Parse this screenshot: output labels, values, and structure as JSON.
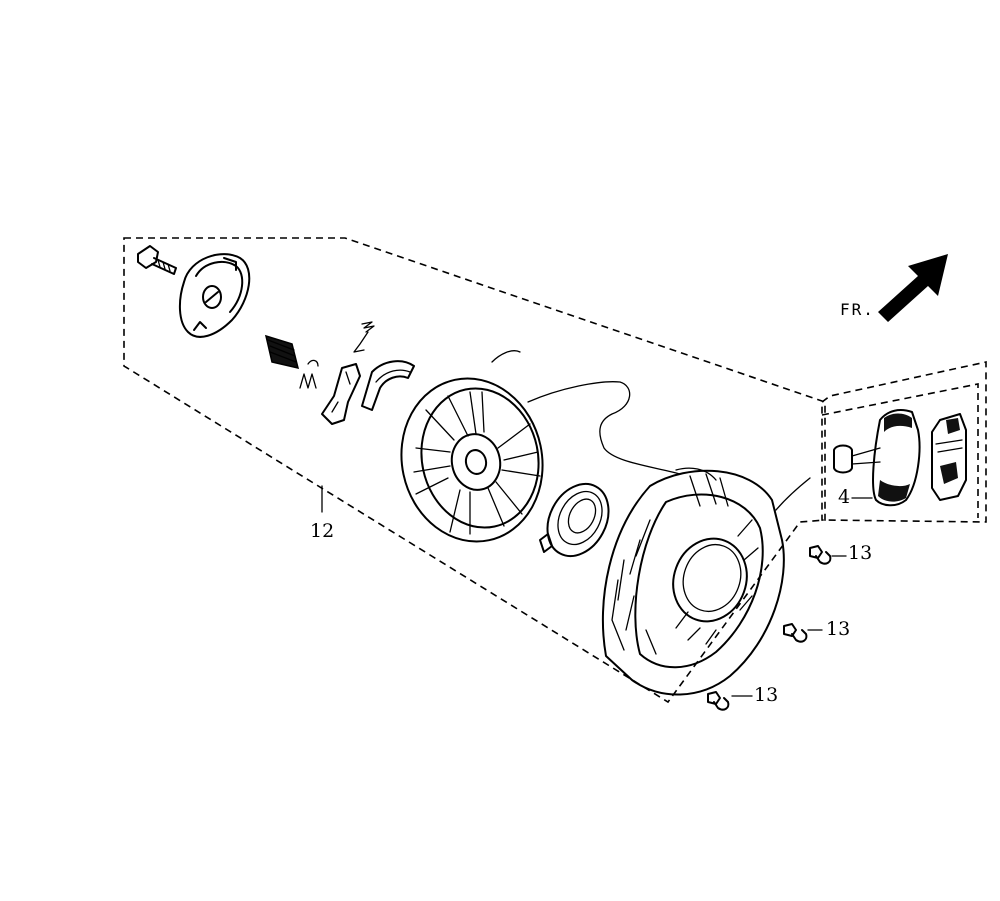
{
  "diagram": {
    "direction_label": "FR.",
    "callouts": [
      {
        "id": "callout-12",
        "text": "12"
      },
      {
        "id": "callout-4",
        "text": "4"
      },
      {
        "id": "callout-13-a",
        "text": "13"
      },
      {
        "id": "callout-13-b",
        "text": "13"
      },
      {
        "id": "callout-13-c",
        "text": "13"
      }
    ],
    "colors": {
      "line": "#000000",
      "background": "#ffffff"
    }
  }
}
